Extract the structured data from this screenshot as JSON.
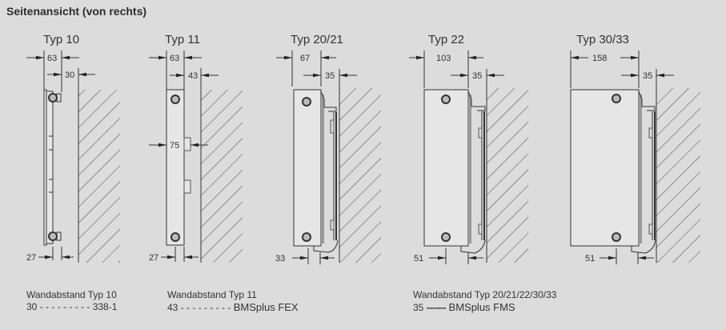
{
  "title": "Seitenansicht (von rechts)",
  "colors": {
    "background": "#dcdcdc",
    "line": "#333333",
    "panel_fill": "#e6e6e6",
    "shadow": "#9a9a9a"
  },
  "diagrams": [
    {
      "label": "Typ 10",
      "depth": "63",
      "wall_gap": "30",
      "bottom_offset": "27",
      "mid_dim": null
    },
    {
      "label": "Typ 11",
      "depth": "63",
      "wall_gap": "43",
      "bottom_offset": "27",
      "mid_dim": "75"
    },
    {
      "label": "Typ 20/21",
      "depth": "67",
      "wall_gap": "35",
      "bottom_offset": "33",
      "mid_dim": null
    },
    {
      "label": "Typ 22",
      "depth": "103",
      "wall_gap": "35",
      "bottom_offset": "51",
      "mid_dim": null
    },
    {
      "label": "Typ 30/33",
      "depth": "158",
      "wall_gap": "35",
      "bottom_offset": "51",
      "mid_dim": null
    }
  ],
  "legends": [
    {
      "heading": "Wandabstand Typ 10",
      "value": "30",
      "dashes": "- - - - - - - - -",
      "product": "338-1"
    },
    {
      "heading": "Wandabstand Typ 11",
      "value": "43",
      "dashes": "- - - - - - - - -",
      "product": "BMSplus FEX"
    },
    {
      "heading": "Wandabstand Typ 20/21/22/30/33",
      "value": "35",
      "dashes": "-------",
      "product": "BMSplus FMS"
    }
  ]
}
